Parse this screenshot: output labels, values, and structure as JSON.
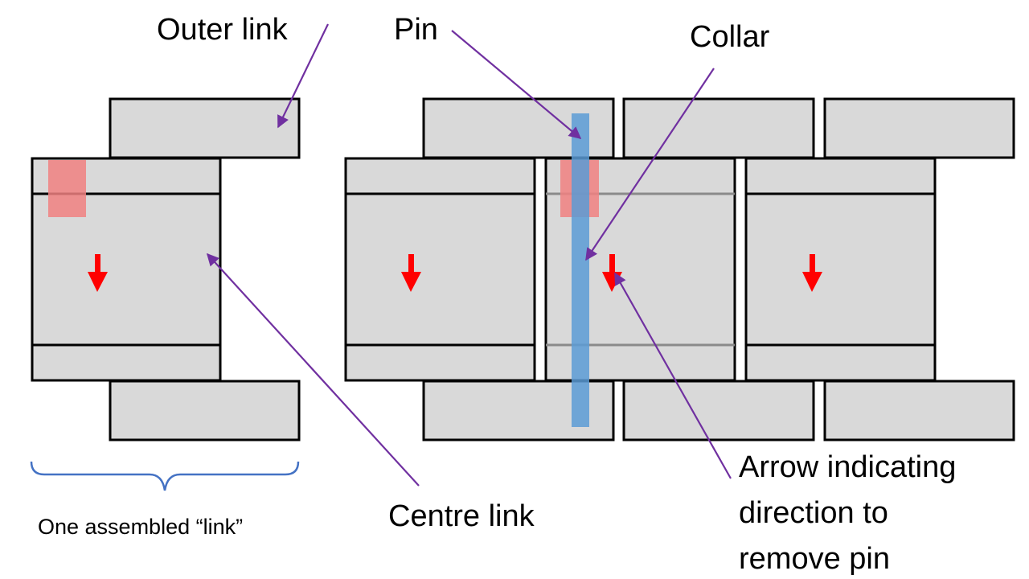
{
  "labels": {
    "outer_link": "Outer link",
    "pin": "Pin",
    "collar": "Collar",
    "centre_link": "Centre link",
    "assembled_link": "One assembled  “link”",
    "arrow_line1": "Arrow indicating",
    "arrow_line2": "direction to",
    "arrow_line3": "remove pin"
  },
  "colors": {
    "plate_fill": "#d9d9d9",
    "plate_stroke": "#000000",
    "pin": "#5b9bd5",
    "collar": "#f08080",
    "direction_arrow": "#ff0000",
    "leader_line": "#7030a0",
    "brace": "#4472c4"
  }
}
